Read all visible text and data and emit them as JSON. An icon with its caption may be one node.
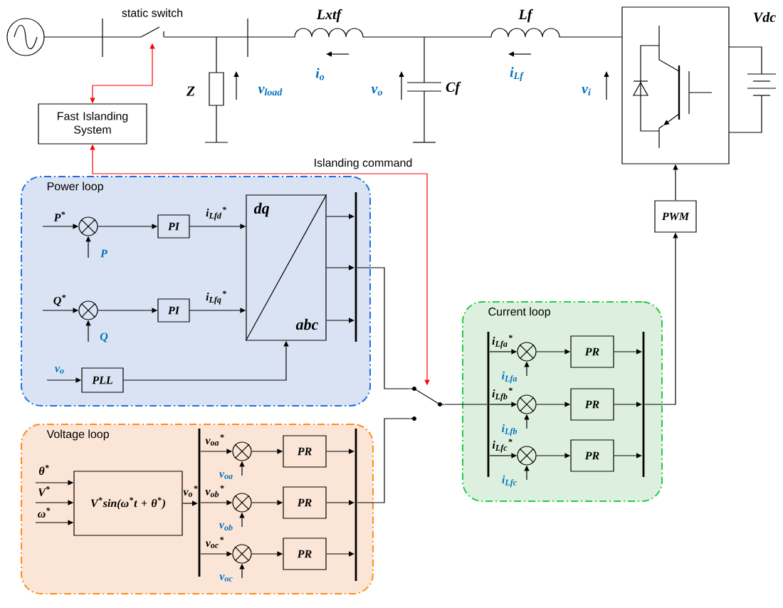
{
  "diagram": {
    "nodes": [
      {
        "text": [
          "Fast Islanding System"
        ]
      },
      {
        "text": [],
        "shape": "switch",
        "beside": [
          "static switch"
        ]
      },
      {
        "text": [
          "Power loop"
        ]
      },
      {
        "text": [],
        "shape": "circle",
        "in": 2
      },
      {
        "text": [
          "PI"
        ],
        "in": 2
      },
      {
        "text": [],
        "shape": "circle",
        "in": 2
      },
      {
        "text": [
          "PI"
        ],
        "in": 2
      },
      {
        "text": [
          "dq",
          "abc"
        ],
        "in": 2
      },
      {
        "text": [
          "PLL"
        ],
        "in": 2
      },
      {
        "text": [],
        "shape": "switch"
      },
      {
        "text": [
          "Voltage loop"
        ]
      },
      {
        "text": [
          "V$^{*}$sin(ω$^{*}$t + θ$^{*}$)"
        ],
        "in": 10
      },
      {
        "text": [],
        "shape": "circle",
        "in": 10
      },
      {
        "text": [
          "PR"
        ],
        "in": 10
      },
      {
        "text": [],
        "shape": "circle",
        "in": 10
      },
      {
        "text": [
          "PR"
        ],
        "in": 10
      },
      {
        "text": [],
        "shape": "circle",
        "in": 10
      },
      {
        "text": [
          "PR"
        ],
        "in": 10
      },
      {
        "text": [
          "Current loop"
        ]
      },
      {
        "text": [],
        "shape": "circle",
        "in": 18
      },
      {
        "text": [
          "PR"
        ],
        "in": 18
      },
      {
        "text": [],
        "shape": "circle",
        "in": 18
      },
      {
        "text": [
          "PR"
        ],
        "in": 18
      },
      {
        "text": [],
        "shape": "circle",
        "in": 18
      },
      {
        "text": [
          "PR"
        ],
        "in": 18
      },
      {
        "text": [
          "PWM"
        ]
      },
      {
        "text": [],
        "shape": "box"
      },
      {
        "text": [],
        "shape": "bar",
        "in": 2
      },
      {
        "text": [],
        "shape": "bar",
        "in": 10
      },
      {
        "text": [],
        "shape": "bar",
        "in": 10
      },
      {
        "text": [],
        "shape": "bar",
        "in": 18
      },
      {
        "text": [],
        "shape": "bar",
        "in": 18
      }
    ],
    "edges": [
      {
        "from": 0,
        "to": 1,
        "arrow": "both",
        "color": "#ff0000"
      },
      {
        "from": 0,
        "to": 9,
        "arrow": "both",
        "color": "#ff0000",
        "label": "Islanding command"
      },
      {
        "from": null,
        "to": 3,
        "arrow": "to",
        "label": "P$^{*}$"
      },
      {
        "from": null,
        "to": 3,
        "arrow": "to",
        "label": "P"
      },
      {
        "from": 3,
        "to": 4,
        "arrow": "to"
      },
      {
        "from": 4,
        "to": 7,
        "arrow": "to",
        "label": "i$_{Lfd}$$^{*}$"
      },
      {
        "from": null,
        "to": 5,
        "arrow": "to",
        "label": "Q$^{*}$"
      },
      {
        "from": null,
        "to": 5,
        "arrow": "to",
        "label": "Q"
      },
      {
        "from": 5,
        "to": 6,
        "arrow": "to"
      },
      {
        "from": 6,
        "to": 7,
        "arrow": "to",
        "label": "i$_{Lfq}$$^{*}$"
      },
      {
        "from": null,
        "to": 8,
        "arrow": "to",
        "label": "v$_{o}$"
      },
      {
        "from": 8,
        "to": 7,
        "arrow": "to"
      },
      {
        "from": 27,
        "to": 9,
        "arrow": "none"
      },
      {
        "from": null,
        "to": 11,
        "arrow": "to",
        "label": "θ$^{*}$"
      },
      {
        "from": null,
        "to": 11,
        "arrow": "to",
        "label": "V$^{*}$"
      },
      {
        "from": null,
        "to": 11,
        "arrow": "to",
        "label": "ω$^{*}$"
      },
      {
        "from": 28,
        "to": 12,
        "arrow": "to",
        "label": "v$_{oa}$$^{*}$"
      },
      {
        "from": null,
        "to": 12,
        "arrow": "to",
        "label": "v$_{oa}$"
      },
      {
        "from": 12,
        "to": 13,
        "arrow": "to"
      },
      {
        "from": 28,
        "to": 14,
        "arrow": "to",
        "label": "v$_{ob}$$^{*}$"
      },
      {
        "from": null,
        "to": 14,
        "arrow": "to",
        "label": "v$_{ob}$"
      },
      {
        "from": 14,
        "to": 15,
        "arrow": "to"
      },
      {
        "from": 28,
        "to": 16,
        "arrow": "to",
        "label": "v$_{oc}$$^{*}$"
      },
      {
        "from": null,
        "to": 16,
        "arrow": "to",
        "label": "v$_{oc}$"
      },
      {
        "from": 16,
        "to": 17,
        "arrow": "to"
      },
      {
        "from": 11,
        "to": 28,
        "arrow": "to",
        "label": "v$_{o}$$^{*}$"
      },
      {
        "from": 29,
        "to": 9,
        "arrow": "none"
      },
      {
        "from": 9,
        "to": 30,
        "arrow": "none"
      },
      {
        "from": 30,
        "to": 19,
        "arrow": "to",
        "label": "i$_{Lfa}$$^{*}$"
      },
      {
        "from": null,
        "to": 19,
        "arrow": "to",
        "label": "i$_{Lfa}$"
      },
      {
        "from": 19,
        "to": 20,
        "arrow": "to"
      },
      {
        "from": 30,
        "to": 21,
        "arrow": "to",
        "label": "i$_{Lfb}$$^{*}$"
      },
      {
        "from": null,
        "to": 21,
        "arrow": "to",
        "label": "i$_{Lfb}$"
      },
      {
        "from": 21,
        "to": 22,
        "arrow": "to"
      },
      {
        "from": 30,
        "to": 23,
        "arrow": "to",
        "label": "i$_{Lfc}$$^{*}$"
      },
      {
        "from": null,
        "to": 23,
        "arrow": "to",
        "label": "i$_{Lfc}$"
      },
      {
        "from": 23,
        "to": 24,
        "arrow": "to"
      },
      {
        "from": 31,
        "to": 25,
        "arrow": "to"
      },
      {
        "from": 25,
        "to": 26,
        "arrow": "to"
      },
      {
        "from": 7,
        "to": 27,
        "arrow": "to"
      },
      {
        "from": 7,
        "to": 27,
        "arrow": "to"
      },
      {
        "from": 7,
        "to": 27,
        "arrow": "to"
      },
      {
        "from": 13,
        "to": 29,
        "arrow": "to"
      },
      {
        "from": 15,
        "to": 29,
        "arrow": "to"
      },
      {
        "from": 17,
        "to": 29,
        "arrow": "to"
      },
      {
        "from": 20,
        "to": 31,
        "arrow": "to"
      },
      {
        "from": 22,
        "to": 31,
        "arrow": "to"
      },
      {
        "from": 24,
        "to": 31,
        "arrow": "to"
      },
      {
        "from": 1,
        "to": 26,
        "arrow": "none"
      }
    ],
    "labels": [
      "Lxtf",
      "Lf",
      "Vdc",
      "Z",
      "v$_{load}$",
      "i$_{o}$",
      "v$_{o}$",
      "Cf",
      "i$_{Lf}$",
      "v$_{i}$"
    ]
  }
}
